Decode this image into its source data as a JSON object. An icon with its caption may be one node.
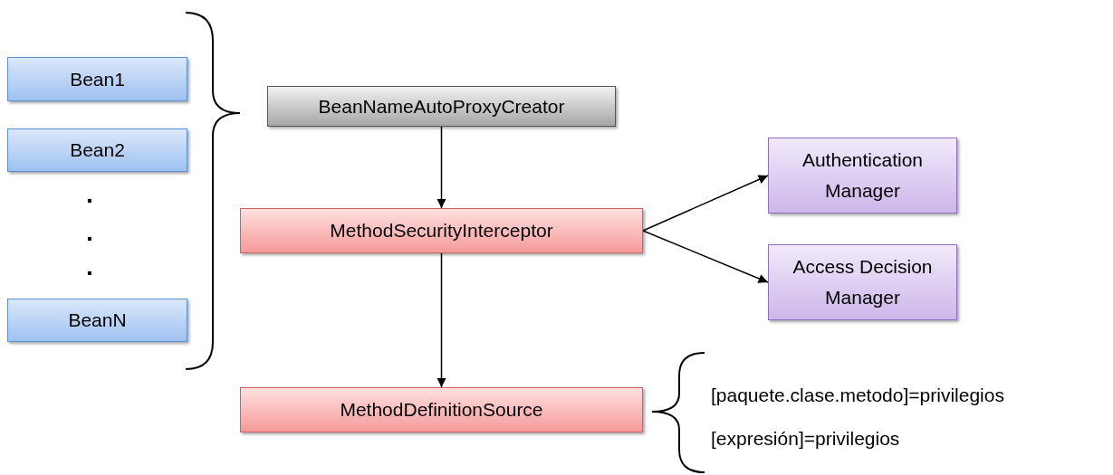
{
  "diagram": {
    "nodes": [
      {
        "text": [
          "Bean1"
        ]
      },
      {
        "text": [
          "Bean2"
        ]
      },
      {
        "text": [
          "BeanN"
        ]
      },
      {
        "text": [
          "BeanNameAutoProxyCreator"
        ]
      },
      {
        "text": [
          "MethodSecurityInterceptor"
        ]
      },
      {
        "text": [
          "Authentication Manager"
        ]
      },
      {
        "text": [
          "Access Decision Manager"
        ]
      },
      {
        "text": [
          "MethodDefinitionSource"
        ]
      }
    ],
    "edges": [
      {
        "from": 3,
        "to": 4,
        "arrow": "to"
      },
      {
        "from": 4,
        "to": 5,
        "arrow": "to"
      },
      {
        "from": 4,
        "to": 6,
        "arrow": "to"
      },
      {
        "from": 4,
        "to": 7,
        "arrow": "to"
      }
    ],
    "labels": [
      ".",
      ".",
      ".",
      "[paquete.clase.metodo]=privilegios",
      "[expresión]=privilegios"
    ]
  }
}
